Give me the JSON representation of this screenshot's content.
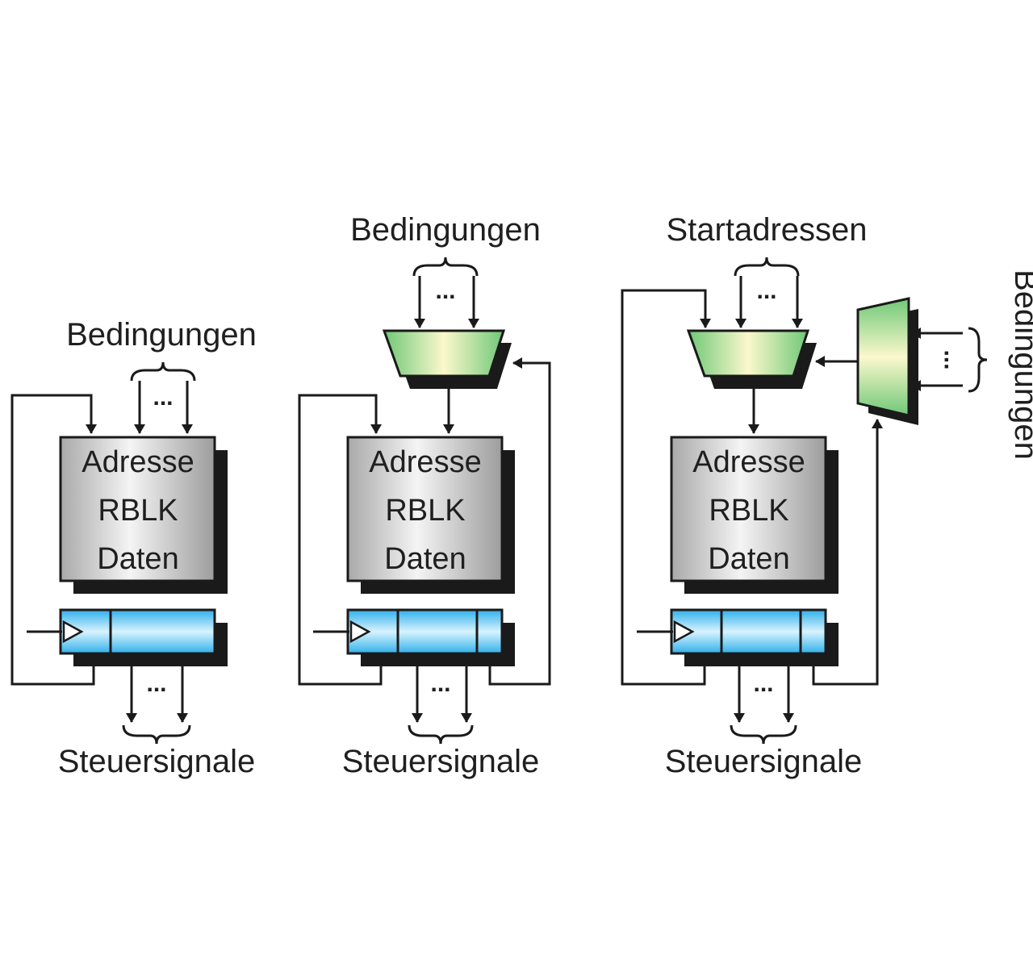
{
  "panels": [
    {
      "top_label": "Bedingungen",
      "rom_lines": [
        "Adresse",
        "RBLK",
        "Daten"
      ],
      "bottom_label": "Steuersignale",
      "dots": "..."
    },
    {
      "top_label": "Bedingungen",
      "rom_lines": [
        "Adresse",
        "RBLK",
        "Daten"
      ],
      "bottom_label": "Steuersignale",
      "dots": "..."
    },
    {
      "top_label": "Startadressen",
      "side_label": "Bedingungen",
      "rom_lines": [
        "Adresse",
        "RBLK",
        "Daten"
      ],
      "bottom_label": "Steuersignale",
      "dots": "..."
    }
  ],
  "colors": {
    "rom_fill_light": "#f2f2f2",
    "rom_fill_dark": "#a9a9a9",
    "register_fill_light": "#d6f1ff",
    "register_fill_dark": "#35b3ec",
    "mux_fill_light": "#fbf8cc",
    "mux_fill_dark": "#7ccf7c",
    "line": "#1a1a1a"
  }
}
